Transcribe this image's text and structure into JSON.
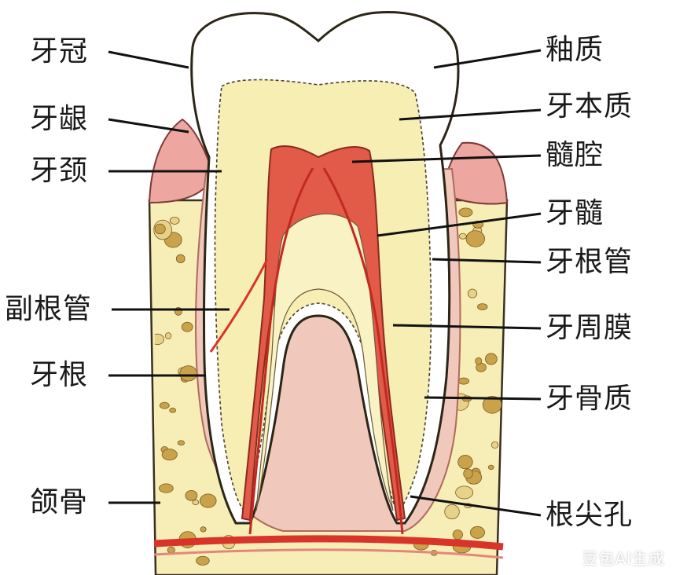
{
  "labels_left": [
    {
      "id": "crown",
      "text": "牙冠"
    },
    {
      "id": "gum",
      "text": "牙龈"
    },
    {
      "id": "neck",
      "text": "牙颈"
    },
    {
      "id": "accessory-canal",
      "text": "副根管"
    },
    {
      "id": "root",
      "text": "牙根"
    },
    {
      "id": "jawbone",
      "text": "颌骨"
    }
  ],
  "labels_right": [
    {
      "id": "enamel",
      "text": "釉质"
    },
    {
      "id": "dentin",
      "text": "牙本质"
    },
    {
      "id": "pulp-chamber",
      "text": "髓腔"
    },
    {
      "id": "pulp",
      "text": "牙髓"
    },
    {
      "id": "root-canal",
      "text": "牙根管"
    },
    {
      "id": "periodontal-membrane",
      "text": "牙周膜"
    },
    {
      "id": "cementum",
      "text": "牙骨质"
    },
    {
      "id": "apical-foramen",
      "text": "根尖孔"
    }
  ],
  "watermark": "豆包AI生成",
  "colors": {
    "bone": "#f6eeb6",
    "bone_pore": "#c9a24a",
    "gum": "#eea6a0",
    "enamel": "#ffffff",
    "dentin": "#f7eeb3",
    "pulp": "#e25a48",
    "vessel": "#d8342a"
  }
}
